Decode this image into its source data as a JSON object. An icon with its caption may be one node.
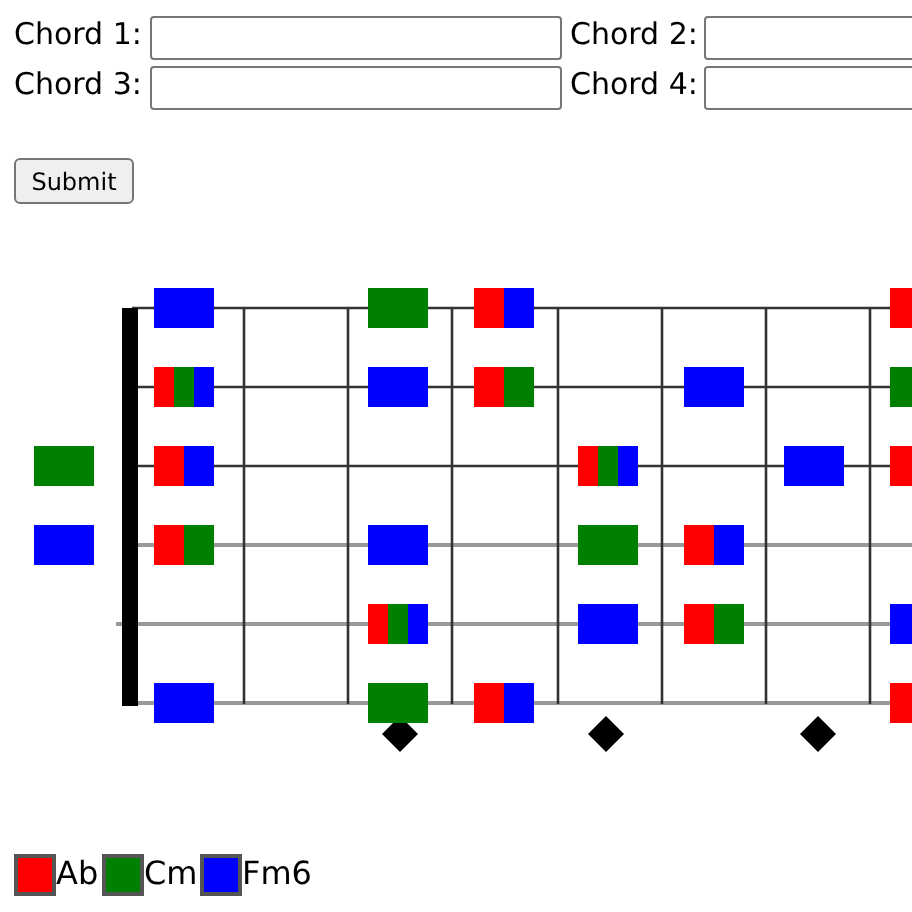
{
  "diagram": {
    "labels": [
      "Chord 1:",
      "Chord 2:",
      "Chord 3:",
      "Chord 4:",
      "Submit"
    ],
    "legend": [
      {
        "text": "Ab",
        "color": "#ff0000"
      },
      {
        "text": "Cm",
        "color": "#008000"
      },
      {
        "text": "Fm6",
        "color": "#0000ff"
      }
    ]
  }
}
